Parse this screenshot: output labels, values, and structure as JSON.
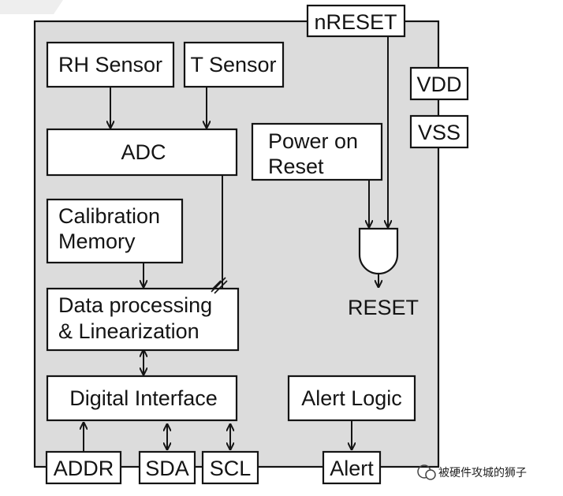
{
  "blocks": {
    "rh_sensor": "RH Sensor",
    "t_sensor": "T Sensor",
    "adc": "ADC",
    "calibration_line1": "Calibration",
    "calibration_line2": "Memory",
    "data_processing_line1": "Data  processing",
    "data_processing_line2": "& Linearization",
    "digital_interface": "Digital Interface",
    "power_on_reset_line1": "Power on",
    "power_on_reset_line2": "Reset",
    "alert_logic": "Alert  Logic",
    "reset_output": "RESET"
  },
  "pins": {
    "nreset": "nRESET",
    "vdd": "VDD",
    "vss": "VSS",
    "addr": "ADDR",
    "sda": "SDA",
    "scl": "SCL",
    "alert": "Alert"
  },
  "watermark": {
    "text": "被硬件攻城的狮子"
  },
  "colors": {
    "chip_fill": "#dcdcdc",
    "line": "#141414",
    "box_fill": "#ffffff"
  }
}
